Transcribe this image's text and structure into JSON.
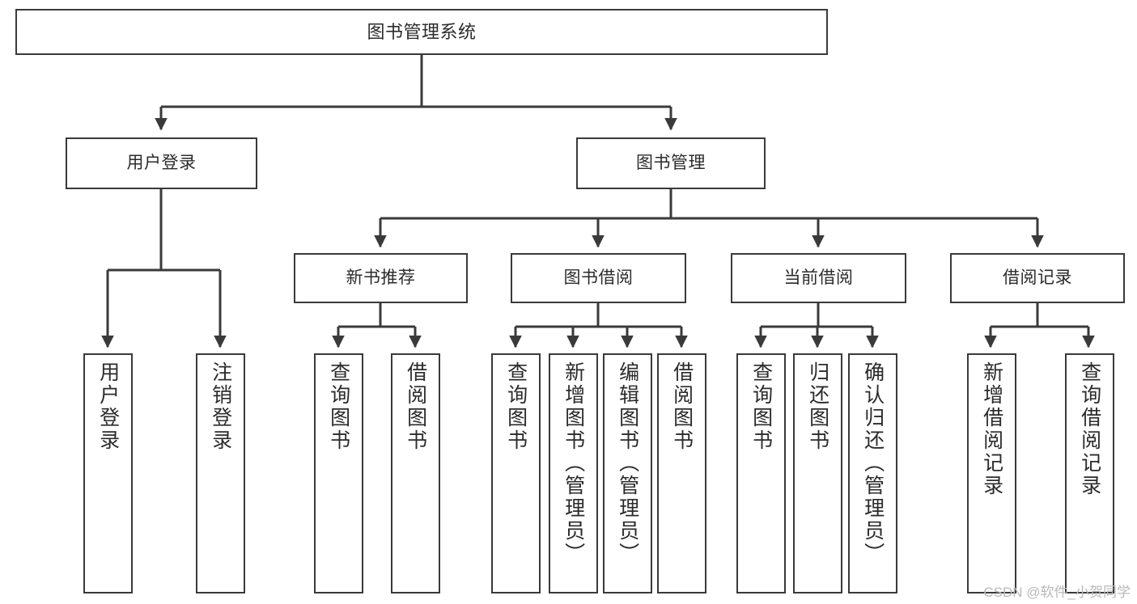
{
  "diagram": {
    "title": "图书管理系统",
    "type": "tree-hierarchy-diagram",
    "colors": {
      "box_border": "#3a3a3a",
      "box_fill": "#ffffff",
      "text": "#2b2b2b",
      "connector": "#3a3a3a",
      "background": "#ffffff",
      "watermark": "#b9b9b9"
    },
    "root": {
      "label": "图书管理系统"
    },
    "level2": [
      {
        "id": "user-login",
        "label": "用户登录"
      },
      {
        "id": "book-management",
        "label": "图书管理"
      }
    ],
    "level3": [
      {
        "id": "new-book-recommend",
        "label": "新书推荐"
      },
      {
        "id": "book-borrow",
        "label": "图书借阅"
      },
      {
        "id": "current-borrow",
        "label": "当前借阅"
      },
      {
        "id": "borrow-record",
        "label": "借阅记录"
      }
    ],
    "leaves": {
      "user_login": [
        {
          "id": "leaf-user-login",
          "label": "用户登录"
        },
        {
          "id": "leaf-logout-login",
          "label": "注销登录"
        }
      ],
      "new_book_recommend": [
        {
          "id": "leaf-query-book-1",
          "label": "查询图书"
        },
        {
          "id": "leaf-borrow-book-1",
          "label": "借阅图书"
        }
      ],
      "book_borrow": [
        {
          "id": "leaf-query-book-2",
          "label": "查询图书"
        },
        {
          "id": "leaf-add-book",
          "label": "新增图书（管理员）"
        },
        {
          "id": "leaf-edit-book",
          "label": "编辑图书（管理员）"
        },
        {
          "id": "leaf-borrow-book-2",
          "label": "借阅图书"
        }
      ],
      "current_borrow": [
        {
          "id": "leaf-query-book-3",
          "label": "查询图书"
        },
        {
          "id": "leaf-return-book",
          "label": "归还图书"
        },
        {
          "id": "leaf-confirm-return",
          "label": "确认归还（管理员）"
        }
      ],
      "borrow_record": [
        {
          "id": "leaf-add-record",
          "label": "新增借阅记录"
        },
        {
          "id": "leaf-query-record",
          "label": "查询借阅记录"
        }
      ]
    },
    "watermark": "CSDN @软件_小贺同学"
  }
}
